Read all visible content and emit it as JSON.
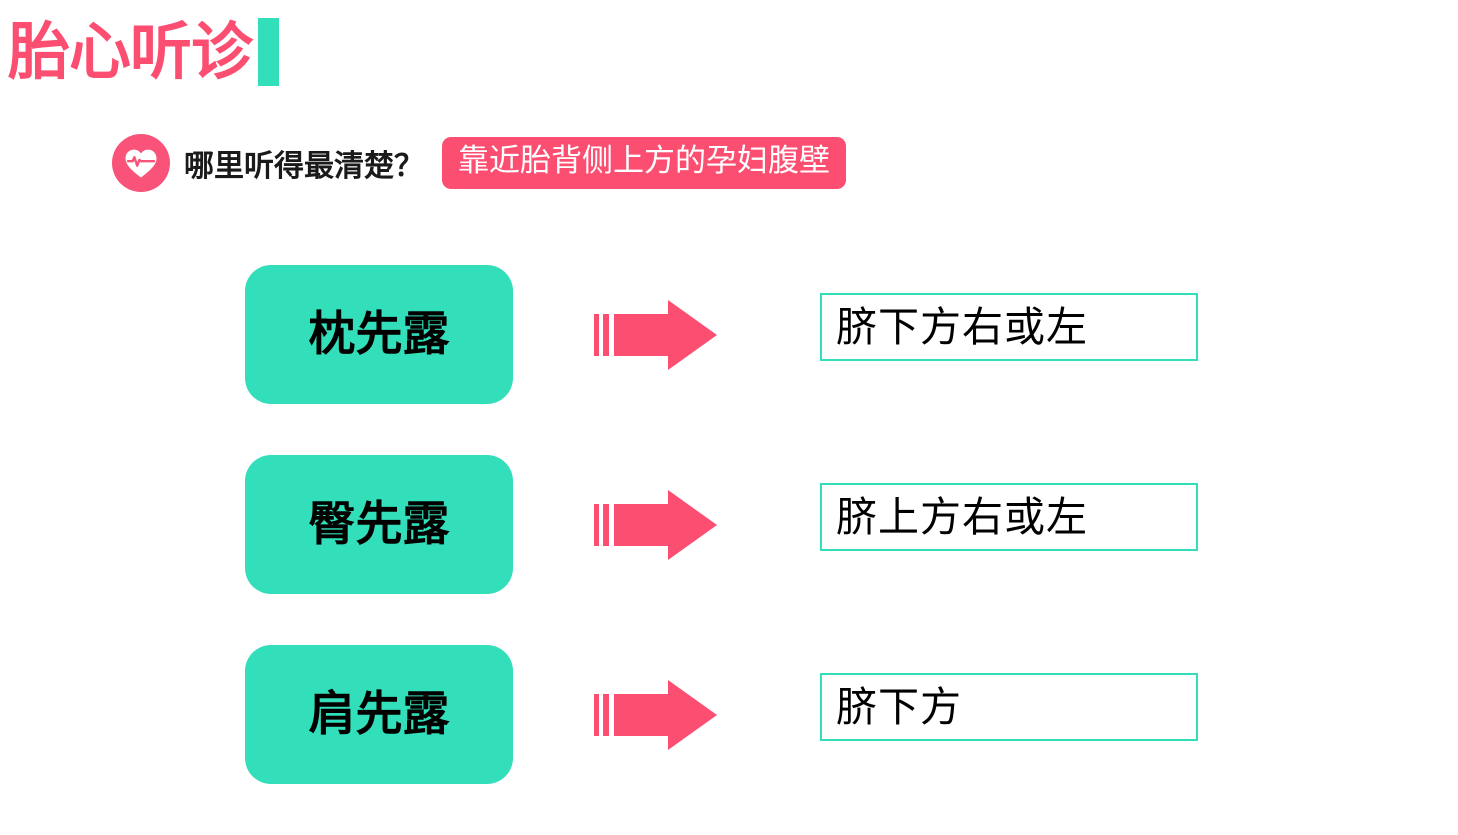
{
  "colors": {
    "pink": "#fc4e71",
    "pink_icon": "#f9537a",
    "teal": "#33dfbb",
    "text_black": "#000000",
    "background": "#ffffff"
  },
  "header": {
    "title": "胎心听诊",
    "accent_bar": "teal-vertical-bar"
  },
  "question": {
    "icon": "heart-pulse-icon",
    "label": "哪里听得最清楚？",
    "answer": "靠近胎背侧上方的孕妇腹壁"
  },
  "rows": [
    {
      "term": "枕先露",
      "arrow": "right-arrow-icon",
      "result": "脐下方右或左"
    },
    {
      "term": "臀先露",
      "arrow": "right-arrow-icon",
      "result": "脐上方右或左"
    },
    {
      "term": "肩先露",
      "arrow": "right-arrow-icon",
      "result": "脐下方"
    }
  ]
}
